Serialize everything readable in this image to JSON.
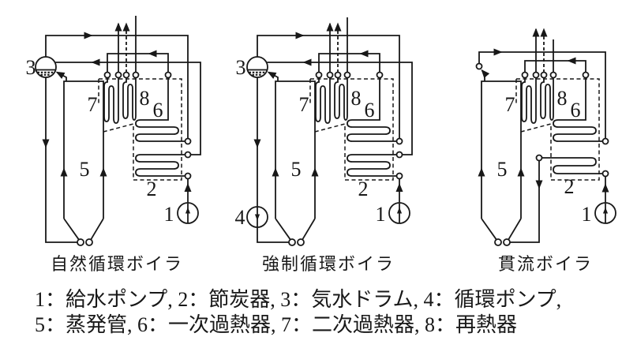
{
  "colors": {
    "ink": "#181818",
    "paper": "#ffffff"
  },
  "diagrams": [
    {
      "caption": "自然循環ボイラ",
      "labels": {
        "feed_pump": "1",
        "economizer": "2",
        "drum": "3",
        "evaporator": "5",
        "primary_superheater": "6",
        "secondary_superheater": "7",
        "reheater": "8"
      }
    },
    {
      "caption": "強制循環ボイラ",
      "labels": {
        "feed_pump": "1",
        "economizer": "2",
        "drum": "3",
        "circulating_pump": "4",
        "evaporator": "5",
        "primary_superheater": "6",
        "secondary_superheater": "7",
        "reheater": "8"
      }
    },
    {
      "caption": "貫流ボイラ",
      "labels": {
        "feed_pump": "1",
        "economizer": "2",
        "evaporator": "5",
        "primary_superheater": "6",
        "secondary_superheater": "7",
        "reheater": "8"
      }
    }
  ],
  "legend": {
    "line1": "1：給水ポンプ, 2：節炭器, 3：気水ドラム, 4：循環ポンプ,",
    "line2": "5：蒸発管, 6：一次過熱器, 7：二次過熱器, 8：再熱器"
  }
}
